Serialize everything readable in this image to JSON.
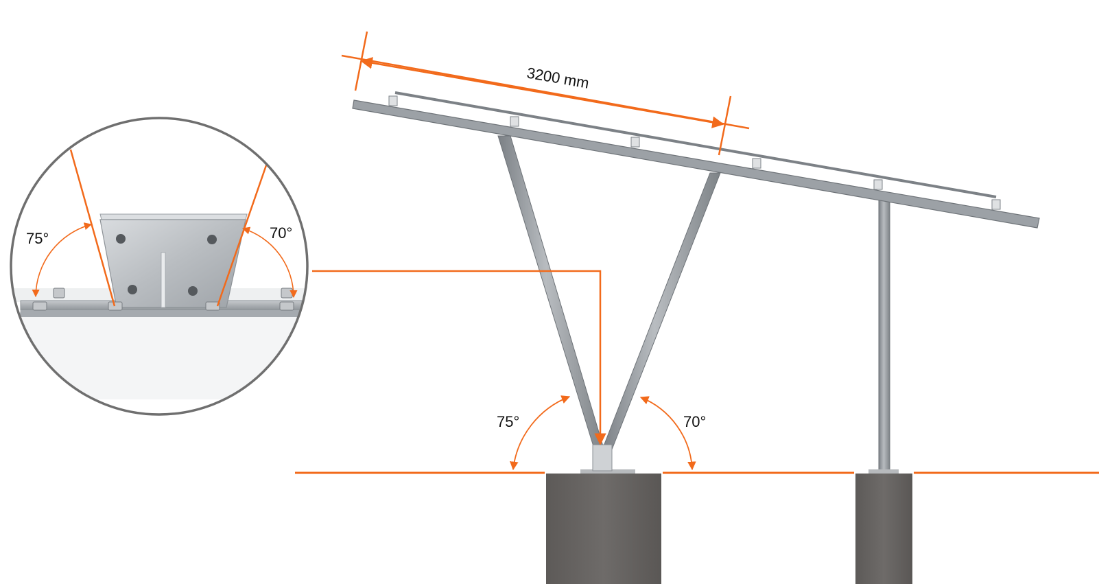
{
  "dimension": {
    "length_label": "3200 mm"
  },
  "angles": {
    "left_leg": "75°",
    "right_leg": "70°",
    "detail_left": "75°",
    "detail_right": "70°"
  },
  "colors": {
    "accent": "#F26A1B",
    "steel": "#8E9398",
    "steel_light": "#C9CCCF",
    "steel_dark": "#6E7378",
    "concrete": "#6A6765",
    "detail_border": "#6F6F6F"
  },
  "parts": {
    "rail": "top rail",
    "left_leg": "front-left leg",
    "right_leg": "front-right leg",
    "rear_post": "rear post",
    "foundation_front": "front foundation",
    "foundation_rear": "rear foundation",
    "detail": "base plate detail"
  }
}
